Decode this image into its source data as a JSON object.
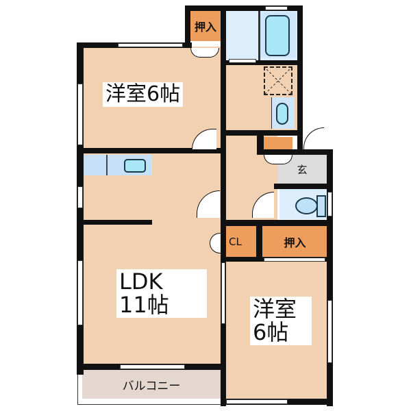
{
  "floor_plan": {
    "rooms": {
      "western_room_north": {
        "name": "洋室6帖",
        "type": "洋室",
        "size": "6帖"
      },
      "ldk": {
        "line1": "LDK",
        "line2": "11帖",
        "type": "LDK",
        "size": "11帖"
      },
      "western_room_south": {
        "line1": "洋室",
        "line2": "6帖",
        "type": "洋室",
        "size": "6帖"
      },
      "closet_north": {
        "name": "押入"
      },
      "closet_south": {
        "name": "押入"
      },
      "cl": {
        "name": "CL"
      },
      "entrance": {
        "name": "玄"
      },
      "balcony": {
        "name": "バルコニー"
      }
    },
    "colors": {
      "room": "#f2d1b3",
      "storage": "#ee9e5c",
      "wet_area": "#dceefb",
      "fixture": "#a8e6f6",
      "entrance": "#dcdcdc",
      "balcony": "#e3d7cf",
      "wall": "#111111"
    }
  }
}
